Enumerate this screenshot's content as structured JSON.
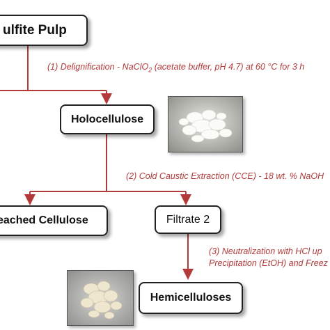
{
  "boxes": {
    "sulfite_pulp": "ulfite Pulp",
    "holocellulose": "Holocellulose",
    "bleached_cellulose": "eached Cellulose",
    "filtrate2": "Filtrate 2",
    "hemicelluloses": "Hemicelluloses"
  },
  "steps": {
    "step1_num": "(1)",
    "step1_text_a": " Delignification - NaClO",
    "step1_sub": "2",
    "step1_text_b": " (acetate buffer, pH 4.7)  at 60 °C  for 3 h",
    "step2_num": "(2)",
    "step2_text": " Cold Caustic Extraction (CCE)  - 18 wt. % NaOH",
    "step3_line1_num": "(3)",
    "step3_line1_text": " Neutralization with HCl  up",
    "step3_line2": "Precipitation (EtOH) and Freez"
  },
  "colors": {
    "arrow": "#b23a3a",
    "text_red": "#b23a3a",
    "box_border": "#222222"
  }
}
